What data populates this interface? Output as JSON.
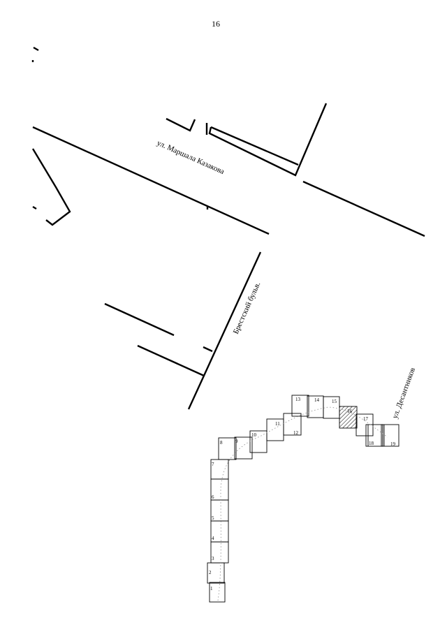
{
  "page_number": "16",
  "streets": {
    "marshala_kazakova": "ул. Маршала Казакова",
    "brestsky_bulvar": "Брестский бульв.",
    "desantnikov": "ул. Десантников"
  },
  "blocks": [
    "1",
    "2",
    "3",
    "4",
    "5",
    "6",
    "7",
    "8",
    "9",
    "10",
    "11",
    "12",
    "13",
    "14",
    "15",
    "16",
    "17",
    "18",
    "19"
  ],
  "hatched_block": "16",
  "colors": {
    "line": "#000000",
    "dots": "#8a8a8a"
  }
}
